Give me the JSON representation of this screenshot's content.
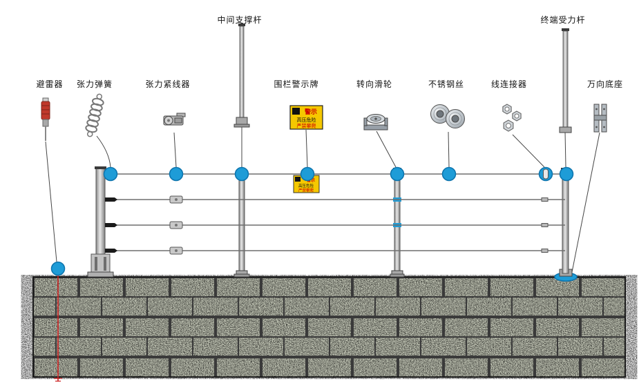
{
  "labels": {
    "arrester": "避雷器",
    "tension_spring": "张力弹簧",
    "wire_tensioner": "张力紧线器",
    "middle_support_rod": "中间支撑杆",
    "fence_warning_sign": "围栏警示牌",
    "turning_pulley": "转向滑轮",
    "stainless_steel_wire": "不锈钢丝",
    "wire_connector": "线连接器",
    "terminal_stress_rod": "终端受力杆",
    "universal_base": "万向底座"
  },
  "warning_sign": {
    "header": "警示",
    "line1": "高压危险",
    "line2": "严禁攀爬"
  },
  "colors": {
    "marker_blue": "#1E9CD7",
    "sign_yellow": "#F5C800",
    "ground_wire_red": "#CC2222",
    "post_gray": "#B8B8B8",
    "wall_base": "#D5D9C7"
  }
}
